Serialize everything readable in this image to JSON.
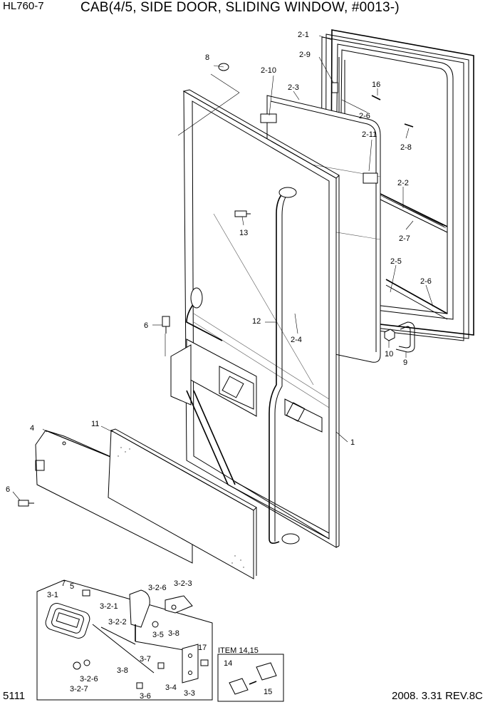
{
  "header": {
    "model": "HL760-7",
    "title": "CAB(4/5, SIDE DOOR, SLIDING WINDOW, #0013-)"
  },
  "footer": {
    "page_number": "5111",
    "revision": "2008. 3.31  REV.8C"
  },
  "inset_caption": "ITEM 14,15",
  "callouts": [
    "1",
    "2-1",
    "2-2",
    "2-3",
    "2-4",
    "2-5",
    "2-6",
    "2-7",
    "2-8",
    "2-9",
    "2-10",
    "2-11",
    "3-1",
    "3-2-1",
    "3-2-2",
    "3-2-3",
    "3-2-6",
    "3-2-7",
    "3-3",
    "3-4",
    "3-5",
    "3-6",
    "3-7",
    "3-8",
    "4",
    "5",
    "6",
    "7",
    "8",
    "9",
    "10",
    "11",
    "12",
    "13",
    "14",
    "15",
    "16",
    "17"
  ]
}
